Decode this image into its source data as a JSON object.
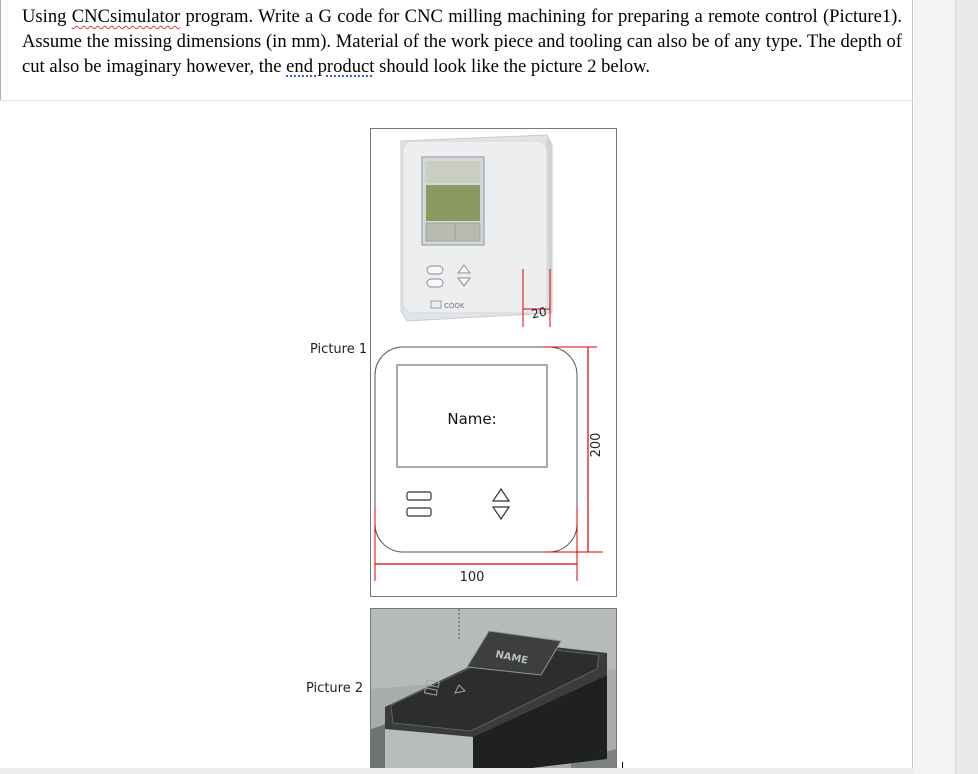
{
  "question": {
    "part1": "Using ",
    "term_cnc": "CNCsimulator",
    "part2": " program. Write a G code for CNC milling machining for preparing a remote control (Picture1). Assume the missing dimensions (in mm). Material of the work piece and tooling can also be of any type. The depth of cut also be imaginary however, the ",
    "term_end": "end product",
    "part3": " should look like the picture 2 below."
  },
  "figures": {
    "picture1_label": "Picture 1",
    "picture2_label": "Picture 2",
    "brand_text": "COOK",
    "drawing_text": "Name:",
    "dim_width": "100",
    "dim_height": "200",
    "dim_depth": "20",
    "engraved_text": "NAME"
  },
  "colors": {
    "dimension_line": "#e00000",
    "lcd_green": "#8c9a60",
    "device_body": "#eceef0"
  }
}
